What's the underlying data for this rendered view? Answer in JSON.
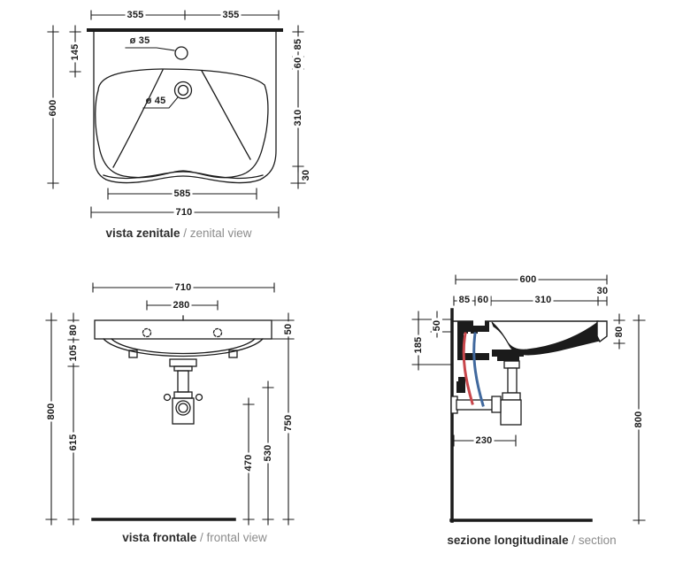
{
  "drawing": {
    "product": "wall-hung washbasin technical drawing",
    "colors": {
      "line": "#1b1b1b",
      "hot_water_pipe": "#c8464b",
      "cold_water_pipe": "#41699e",
      "caption_secondary": "#8c8c8c"
    },
    "views": {
      "zenital": {
        "caption": {
          "primary": "vista zenitale",
          "secondary": "/ zenital view"
        },
        "dims": {
          "width_half_left": "355",
          "width_half_right": "355",
          "depth_to_hole": "145",
          "depth_total": "600",
          "wall_to_hole": "85",
          "hole_to_bowl": "60",
          "bowl_depth": "310",
          "front_lip": "30",
          "faucet_hole_diameter": "ø 35",
          "drain_diameter": "ø 45",
          "bowl_width": "585",
          "width_total": "710"
        }
      },
      "frontal": {
        "caption": {
          "primary": "vista frontale",
          "secondary": "/ frontal view"
        },
        "dims": {
          "width_total": "710",
          "fixing_holes_spacing": "280",
          "rim_band_height": "80",
          "body_height": "105",
          "height_total": "800",
          "clearance_below": "615",
          "edge_thickness": "50",
          "underside_height": "750",
          "drain_nut_height": "530",
          "trap_outlet_height": "470"
        }
      },
      "section": {
        "caption": {
          "primary": "sezione longitudinale",
          "secondary": "/ section"
        },
        "dims": {
          "depth_total": "600",
          "wall_to_hole": "85",
          "hole_to_bowl": "60",
          "bowl_depth": "310",
          "front_edge": "30",
          "rim_thickness": "50",
          "bracket_depth": "185",
          "front_edge_height": "80",
          "height_total": "800",
          "trap_wall_offset": "230"
        }
      }
    }
  }
}
